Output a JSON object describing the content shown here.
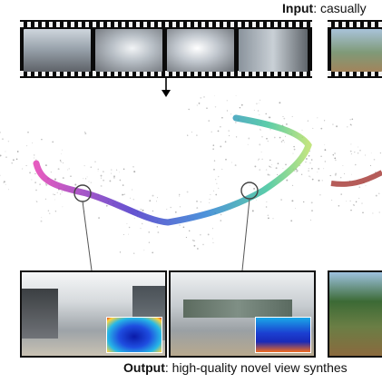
{
  "captions": {
    "input_bold": "Input",
    "input_rest": ": casually",
    "output_bold": "Output",
    "output_rest": ": high-quality novel view synthes"
  },
  "colors": {
    "film": "#0b0b0b",
    "trajectory_start": "#e23fb5",
    "trajectory_mid": "#3d33c9",
    "trajectory_end": "#6fd14a",
    "trajectory_tail": "#c9e67a"
  },
  "icons": [
    "down-arrow-icon",
    "magnifier-circle-icon"
  ]
}
